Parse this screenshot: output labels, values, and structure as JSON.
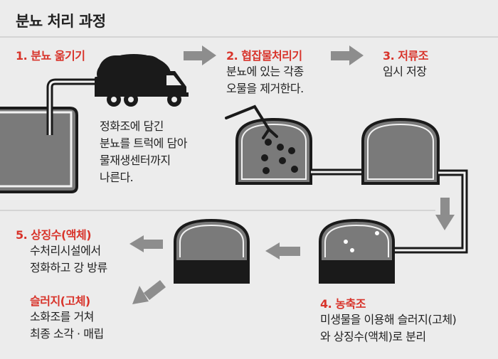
{
  "title": "분뇨 처리 과정",
  "steps": {
    "s1": {
      "heading": "1. 분뇨 옮기기",
      "desc": [
        "정화조에 담긴",
        "분뇨를 트럭에 담아",
        "물재생센터까지",
        "나른다."
      ]
    },
    "s2": {
      "heading": "2. 협잡물처리기",
      "desc": [
        "분뇨에 있는 각종",
        "오물을 제거한다."
      ]
    },
    "s3": {
      "heading": "3. 저류조",
      "desc": [
        "임시 저장"
      ]
    },
    "s4": {
      "heading": "4. 농축조",
      "desc": [
        "미생물을 이용해 슬러지(고체)",
        "와 상징수(액체)로 분리"
      ]
    },
    "s5": {
      "heading": "5. 상징수(액체)",
      "desc": [
        "수처리시설에서",
        "정화하고 강 방류"
      ]
    },
    "s6": {
      "heading": "슬러지(고체)",
      "desc": [
        "소화조를 거쳐",
        "최종 소각 · 매립"
      ]
    }
  },
  "colors": {
    "accent": "#d8342b",
    "tank_fill": "#7a7a7a",
    "outline": "#1a1a1a",
    "arrow": "#8d8d8d",
    "background": "#ececec"
  }
}
